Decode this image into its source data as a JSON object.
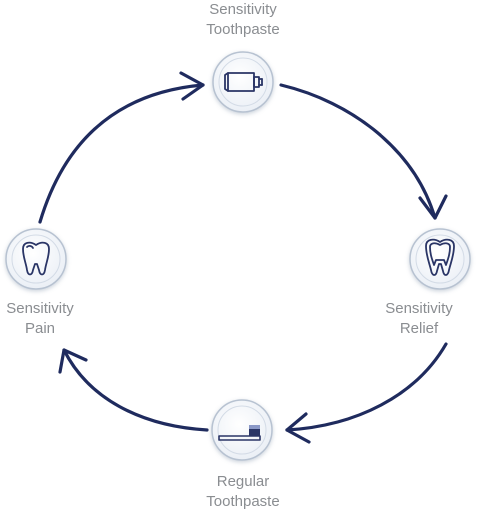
{
  "colors": {
    "arrow": "#1f2b5e",
    "icon_stroke": "#2a3566",
    "label": "#8a8d91",
    "node_fill_outer": "#eef2f7",
    "node_fill_inner": "#ffffff",
    "node_ring": "#b7c2d1",
    "toothbrush_accent": "#8a98c7"
  },
  "nodes": [
    {
      "id": "sensitivity-toothpaste",
      "line1": "Sensitivity",
      "line2": "Toothpaste",
      "icon": "toothpaste-tube-icon"
    },
    {
      "id": "sensitivity-relief",
      "line1": "Sensitivity",
      "line2": "Relief",
      "icon": "tooth-with-shield-icon"
    },
    {
      "id": "regular-toothpaste",
      "line1": "Regular",
      "line2": "Toothpaste",
      "icon": "toothbrush-icon"
    },
    {
      "id": "sensitivity-pain",
      "line1": "Sensitivity",
      "line2": "Pain",
      "icon": "tooth-icon"
    }
  ]
}
